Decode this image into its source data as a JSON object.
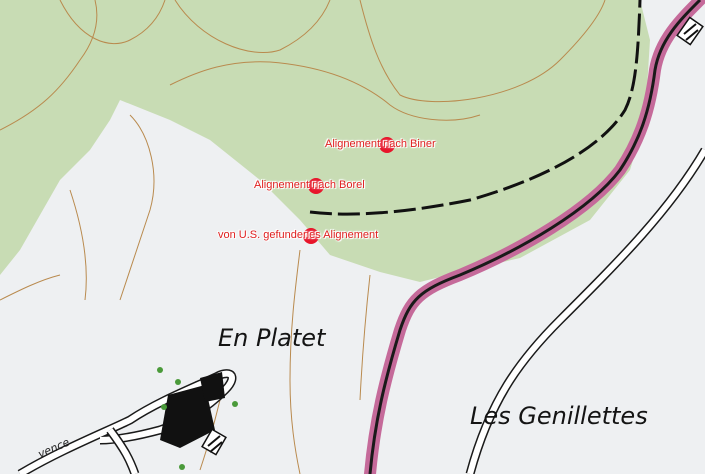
{
  "map": {
    "labels": {
      "place_1": "En Platet",
      "place_2": "Les Genillettes",
      "street_fragment": "vence"
    },
    "pois": [
      {
        "label": "Alignement nach Biner"
      },
      {
        "label": "Alignement nach Borel"
      },
      {
        "label": "von U.S. gefundenes Alignement"
      }
    ],
    "colors": {
      "forest": "#c8dcb4",
      "open_land": "#eef0f2",
      "contour": "#b98a4e",
      "poi_marker": "#e8142a",
      "main_road_casing": "#c56a9a",
      "road": "#ffffff",
      "road_outline": "#1a1a1a",
      "building": "#111111",
      "tree": "#4a9a3a"
    }
  }
}
